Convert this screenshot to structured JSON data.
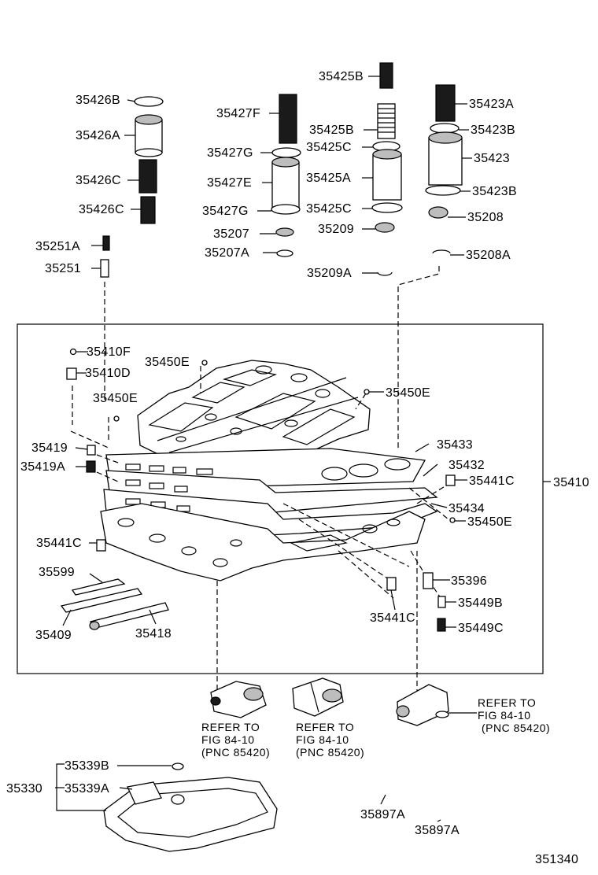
{
  "diagram": {
    "figure_number": "351340",
    "assembly_label": "35410",
    "labels": {
      "l35426B": "35426B",
      "l35426A": "35426A",
      "l35426C": "35426C",
      "l35426C2": "35426C",
      "l35427F": "35427F",
      "l35427G": "35427G",
      "l35427E": "35427E",
      "l35427G2": "35427G",
      "l35207": "35207",
      "l35207A": "35207A",
      "l35425B": "35425B",
      "l35425B2": "35425B",
      "l35425C": "35425C",
      "l35425A": "35425A",
      "l35425C2": "35425C",
      "l35209": "35209",
      "l35209A": "35209A",
      "l35423A": "35423A",
      "l35423B": "35423B",
      "l35423": "35423",
      "l35423B2": "35423B",
      "l35208": "35208",
      "l35208A": "35208A",
      "l35251A": "35251A",
      "l35251": "35251",
      "l35410F": "35410F",
      "l35410D": "35410D",
      "l35450E1": "35450E",
      "l35450E2": "35450E",
      "l35450E3": "35450E",
      "l35450E4": "35450E",
      "l35419": "35419",
      "l35419A": "35419A",
      "l35433": "35433",
      "l35432": "35432",
      "l35441C1": "35441C",
      "l35434": "35434",
      "l35441C2": "35441C",
      "l35441C3": "35441C",
      "l35599": "35599",
      "l35409": "35409",
      "l35418": "35418",
      "l35396": "35396",
      "l35449B": "35449B",
      "l35449C": "35449C",
      "l35339B": "35339B",
      "l35330": "35330",
      "l35339A": "35339A",
      "l35897A1": "35897A",
      "l35897A2": "35897A"
    },
    "refer_notes": [
      {
        "line1": "REFER TO",
        "line2": "FIG 84-10",
        "line3": "(PNC 85420)"
      },
      {
        "line1": "REFER TO",
        "line2": "FIG 84-10",
        "line3": "(PNC 85420)"
      },
      {
        "line1": "REFER TO",
        "line2": "FIG 84-10",
        "line3": "(PNC 85420)"
      }
    ]
  }
}
